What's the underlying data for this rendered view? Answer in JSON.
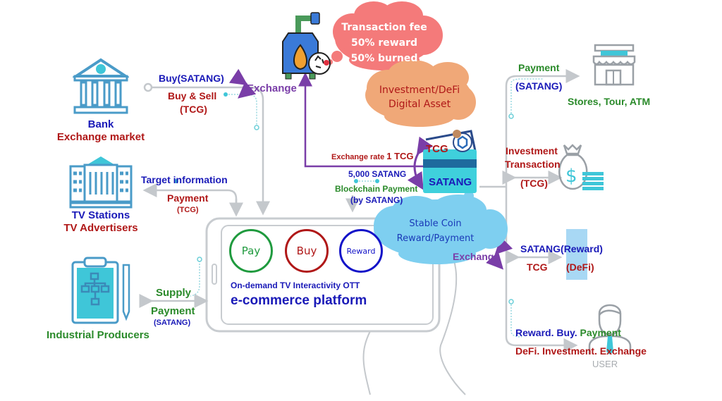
{
  "colors": {
    "blue_text": "#1a1ab8",
    "red_text": "#b01818",
    "green_text": "#2a8a2a",
    "purple_arrow": "#7a3ea8",
    "icon_teal": "#3fc6d8",
    "icon_blue": "#4a9bc8",
    "line_gray": "#c4c8cc",
    "fee_cloud": "#f47a7a",
    "invest_cloud": "#f0a878",
    "stable_cloud": "#7ecff0"
  },
  "burner": {
    "icon": "burner-recycle-icon",
    "cloud": [
      "Transaction fee",
      "50% reward",
      "50% burned"
    ]
  },
  "invest_cloud": [
    "Investment/DeFi",
    "Digital Asset"
  ],
  "stable_cloud": [
    "Stable Coin",
    "Reward/Payment"
  ],
  "bank": {
    "icon": "bank-icon",
    "title": "Bank",
    "subtitle": "Exchange market",
    "buy_label": "Buy(SATANG)",
    "sell_label": "Buy & Sell",
    "sell_unit": "(TCG)",
    "exchange_label": "Exchange"
  },
  "tv": {
    "icon": "tv-station-building-icon",
    "title": "TV Stations",
    "subtitle": "TV Advertisers",
    "target_label": "Target information",
    "payment_label": "Payment",
    "payment_unit": "(TCG)"
  },
  "producers": {
    "icon": "clipboard-flowchart-icon",
    "title": "Industrial Producers",
    "supply_label": "Supply",
    "payment_label": "Payment",
    "payment_unit": "(SATANG)"
  },
  "wallet": {
    "icon": "wallet-card-icon",
    "tcg": "TCG",
    "satang": "SATANG",
    "rate_label": "Exchange rate",
    "rate_value": "1 TCG",
    "rate_equiv": "5,000 SATANG",
    "blockchain_label": "Blockchain Payment",
    "blockchain_unit": "(by SATANG)"
  },
  "platform": {
    "buttons": [
      {
        "label": "Pay",
        "color": "#1f9a3e"
      },
      {
        "label": "Buy",
        "color": "#b01818"
      },
      {
        "label": "Reward",
        "color": "#1212c8"
      }
    ],
    "subtitle": "On-demand TV Interactivity OTT",
    "title": "e-commerce platform"
  },
  "stores": {
    "icon": "store-icon",
    "payment_label": "Payment",
    "payment_unit": "(SATANG)",
    "title": "Stores, Tour, ATM"
  },
  "investment": {
    "icon": "money-bag-icon",
    "line1": "Investment",
    "line2": "Transaction",
    "unit": "(TCG)"
  },
  "defi": {
    "icon": "mobile-app-icon",
    "exchange_label": "Exchange",
    "satang_label": "SATANG(Reward)",
    "tcg_label": "TCG",
    "defi_label": "(DeFi)"
  },
  "user": {
    "icon": "user-icon",
    "icon_caption": "USER",
    "line1_a": "Reward. Buy.",
    "line1_b": "Payment",
    "line2": "DeFi. Investment. Exchange"
  }
}
